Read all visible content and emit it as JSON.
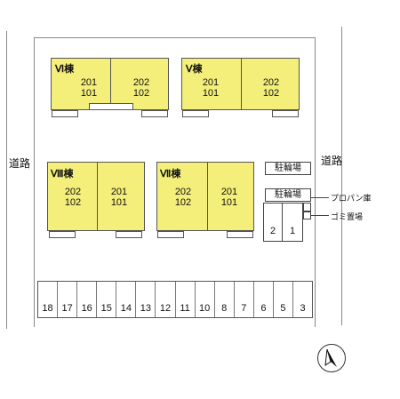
{
  "roads": {
    "left_label": "道路",
    "right_label": "道路"
  },
  "buildings": [
    {
      "name": "Ⅵ棟",
      "unit_a": [
        "201",
        "101"
      ],
      "unit_b": [
        "202",
        "102"
      ]
    },
    {
      "name": "Ⅴ棟",
      "unit_a": [
        "201",
        "101"
      ],
      "unit_b": [
        "202",
        "102"
      ]
    },
    {
      "name": "Ⅷ棟",
      "unit_a": [
        "202",
        "102"
      ],
      "unit_b": [
        "201",
        "101"
      ]
    },
    {
      "name": "Ⅶ棟",
      "unit_a": [
        "202",
        "102"
      ],
      "unit_b": [
        "201",
        "101"
      ]
    }
  ],
  "facilities": {
    "bike_parking_top": "駐輪場",
    "bike_parking_mid": "駐輪場",
    "small_units": [
      "2",
      "1"
    ],
    "propane_label": "プロパン庫",
    "garbage_label": "ゴミ置場"
  },
  "parking_spaces": [
    "18",
    "17",
    "16",
    "15",
    "14",
    "13",
    "12",
    "11",
    "10",
    "8",
    "7",
    "6",
    "5",
    "3"
  ],
  "compass": {
    "icon": "north-arrow-icon"
  },
  "colors": {
    "building_fill": "#f4ef7a",
    "line": "#888888"
  }
}
